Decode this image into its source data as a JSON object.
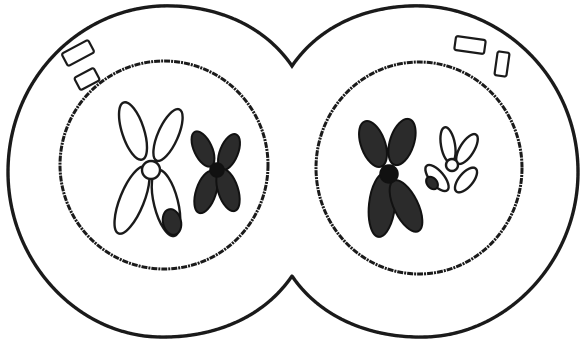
{
  "figure": {
    "background": "#ffffff",
    "ink_color": "#1a1a1a",
    "dark_fill": "#2b2b2b",
    "cells": [
      {
        "id": "left",
        "chromosomes": [
          {
            "id": "left-large",
            "fill": "open"
          },
          {
            "id": "left-small",
            "fill": "dark"
          }
        ],
        "centrioles": 2
      },
      {
        "id": "right",
        "chromosomes": [
          {
            "id": "right-large",
            "fill": "dark"
          },
          {
            "id": "right-small",
            "fill": "open"
          }
        ],
        "centrioles": 2
      }
    ]
  }
}
